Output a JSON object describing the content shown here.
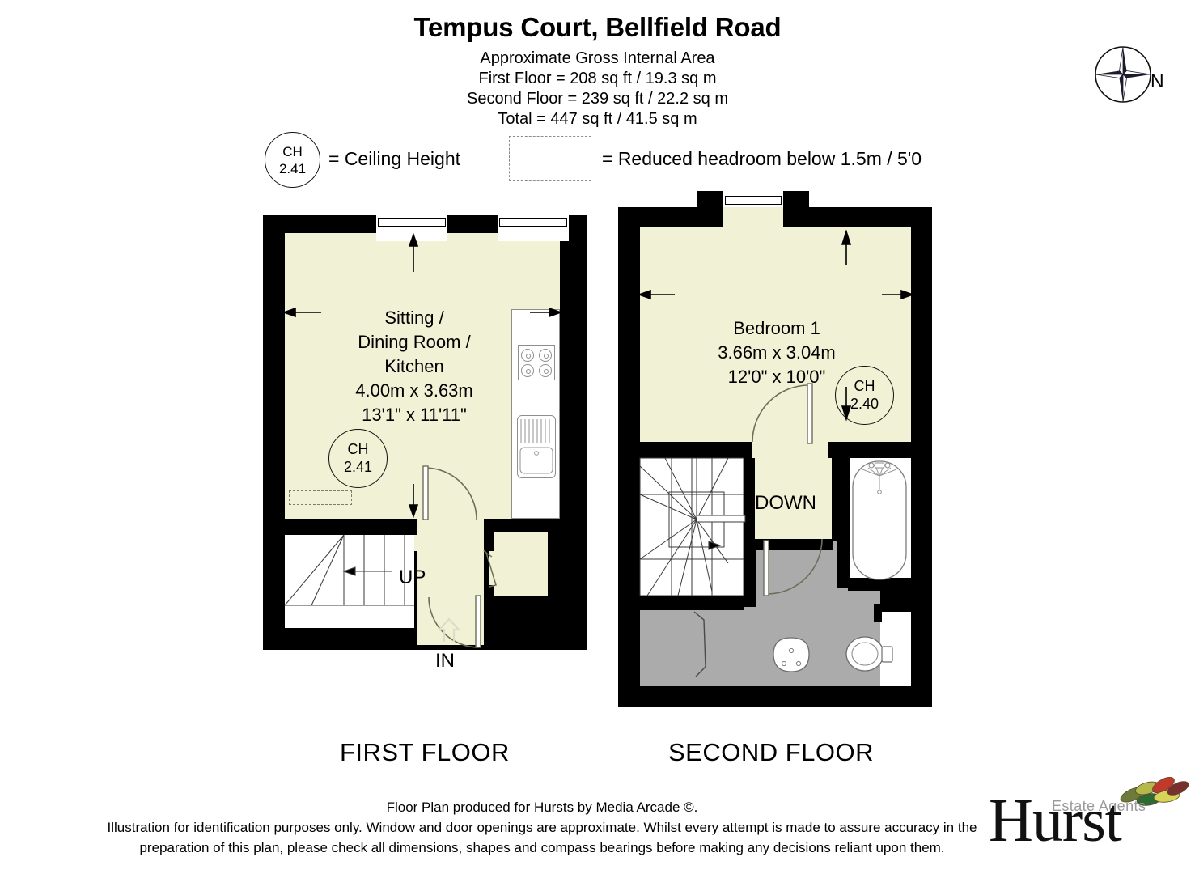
{
  "header": {
    "title": "Tempus Court, Bellfield Road",
    "area_lines": [
      "Approximate Gross Internal Area",
      "First Floor = 208 sq ft / 19.3 sq m",
      "Second Floor = 239 sq ft / 22.2 sq m",
      "Total = 447 sq ft / 41.5 sq m"
    ]
  },
  "compass": {
    "north_label": "N",
    "icon": "compass-rose-icon"
  },
  "legend": {
    "ch_badge_line1": "CH",
    "ch_badge_line2": "2.41",
    "ch_text": "= Ceiling Height",
    "headroom_text": "= Reduced headroom below 1.5m / 5'0"
  },
  "floors": [
    {
      "id": "first",
      "caption": "FIRST FLOOR",
      "rooms": [
        {
          "name": "Sitting / Dining Room / Kitchen",
          "label_lines": [
            "Sitting /",
            "Dining Room /",
            "Kitchen",
            "4.00m x 3.63m",
            "13'1\" x 11'11\""
          ],
          "ceiling_height": {
            "line1": "CH",
            "line2": "2.41"
          }
        }
      ],
      "markers": [
        {
          "name": "stairs-up-marker",
          "text": "UP"
        },
        {
          "name": "entrance-marker",
          "text": "IN"
        }
      ]
    },
    {
      "id": "second",
      "caption": "SECOND FLOOR",
      "rooms": [
        {
          "name": "Bedroom 1",
          "label_lines": [
            "Bedroom 1",
            "3.66m x 3.04m",
            "12'0\" x 10'0\""
          ],
          "ceiling_height": {
            "line1": "CH",
            "line2": "2.40"
          }
        }
      ],
      "markers": [
        {
          "name": "stairs-down-marker",
          "text": "DOWN"
        }
      ]
    }
  ],
  "footer": {
    "lines": [
      "Floor Plan produced for Hursts by Media Arcade ©.",
      "Illustration for identification purposes only. Window and door openings are approximate. Whilst every attempt is made to assure accuracy in the",
      "preparation of this plan, please check all dimensions, shapes and compass bearings before making any decisions reliant upon them."
    ]
  },
  "logo": {
    "brand": "Hurst",
    "tagline": "Estate Agents"
  },
  "colors": {
    "room_fill": "#F1F1D6",
    "bathroom_fill": "#ABABAB",
    "wall": "#000000",
    "unit_outline": "#8E8E8E"
  }
}
